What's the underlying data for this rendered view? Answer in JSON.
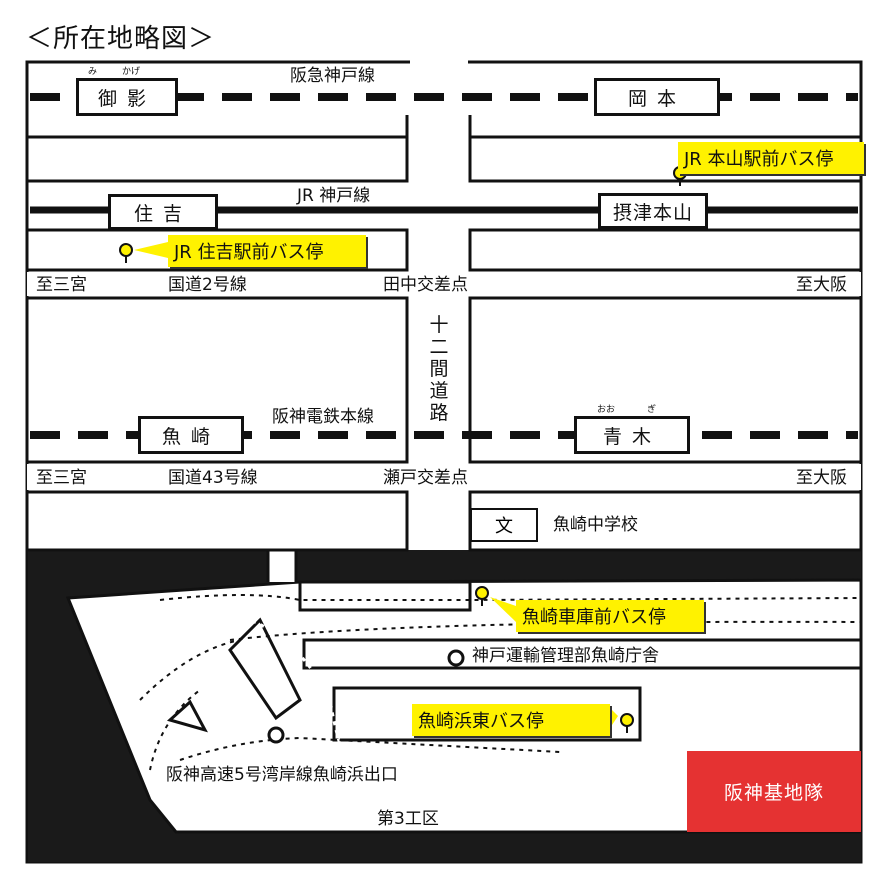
{
  "title": "＜所在地略図＞",
  "railways": {
    "hankyu": "阪急神戸線",
    "jr": "JR 神戸線",
    "hanshin": "阪神電鉄本線"
  },
  "stations": {
    "mikage": {
      "name": "御影",
      "ruby_1": "み",
      "ruby_2": "かげ"
    },
    "okamoto": {
      "name": "岡本"
    },
    "sumiyoshi": {
      "name": "住吉"
    },
    "settsu_motoyama": {
      "name": "摂津本山"
    },
    "uozaki": {
      "name": "魚崎"
    },
    "ogi": {
      "name": "青木",
      "ruby_1": "おお",
      "ruby_2": "ぎ"
    }
  },
  "roads": {
    "route2": "国道2号線",
    "route43": "国道43号線",
    "to_sannomiya_1": "至三宮",
    "to_osaka_1": "至大阪",
    "to_sannomiya_2": "至三宮",
    "to_osaka_2": "至大阪",
    "junishoken": "十二間道路",
    "tanaka": "田中交差点",
    "seto": "瀬戸交差点"
  },
  "bus_stops": {
    "jr_motoyama": "JR 本山駅前バス停",
    "jr_sumiyoshi": "JR 住吉駅前バス停",
    "uozaki_garage": "魚崎車庫前バス停",
    "uozakihama_east": "魚崎浜東バス停"
  },
  "places": {
    "school_mark": "文",
    "school": "魚崎中学校",
    "office": "神戸運輸管理部魚崎庁舎",
    "expressway_exit": "阪神高速5号湾岸線魚崎浜出口",
    "district": "第3工区",
    "base": "阪神基地隊"
  },
  "colors": {
    "bus_label": "#fff200",
    "base": "#e53232",
    "land_sea": "#1a1a1a"
  },
  "icons": [
    "bus-stop-icon",
    "office-marker-icon",
    "exit-marker-icon",
    "school-icon"
  ]
}
